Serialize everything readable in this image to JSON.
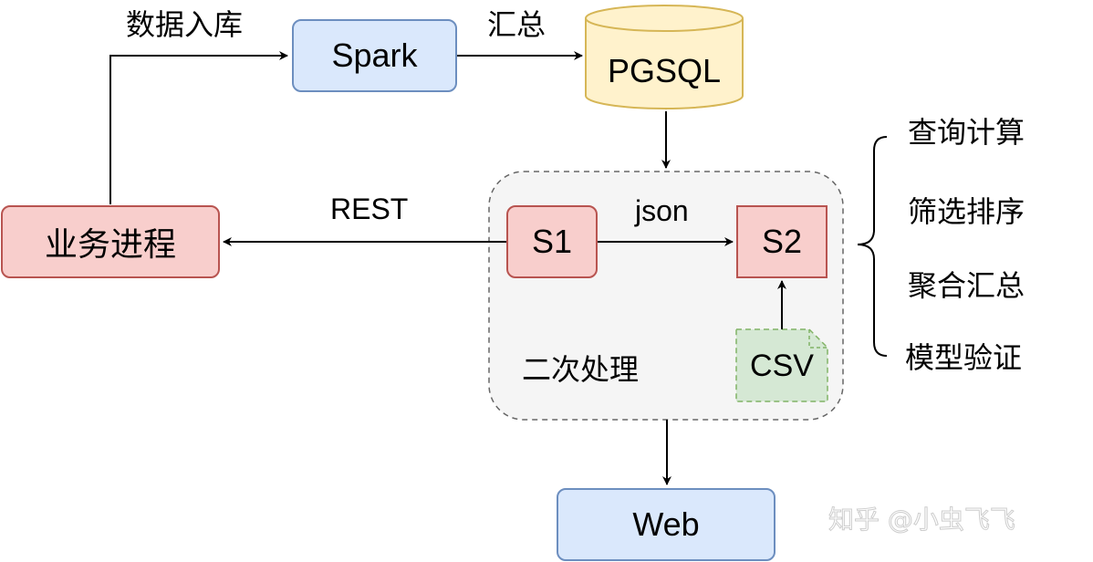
{
  "nodes": {
    "spark": "Spark",
    "pgsql": "PGSQL",
    "business": "业务进程",
    "s1": "S1",
    "s2": "S2",
    "csv": "CSV",
    "web": "Web"
  },
  "group": {
    "label": "二次处理"
  },
  "edges": {
    "business_to_spark": "数据入库",
    "spark_to_pgsql": "汇总",
    "s1_to_business": "REST",
    "s1_to_s2": "json"
  },
  "functions": [
    "查询计算",
    "筛选排序",
    "聚合汇总",
    "模型验证"
  ],
  "watermark": "知乎 @小虫飞飞",
  "colors": {
    "blue_fill": "#dae8fc",
    "blue_stroke": "#6c8ebf",
    "red_fill": "#f8cecc",
    "red_stroke": "#b85450",
    "yellow_fill": "#fff2cc",
    "yellow_stroke": "#d6b656",
    "green_fill": "#d5e8d4",
    "green_stroke": "#82b366",
    "group_fill": "#f5f5f5",
    "group_stroke": "#666666"
  }
}
